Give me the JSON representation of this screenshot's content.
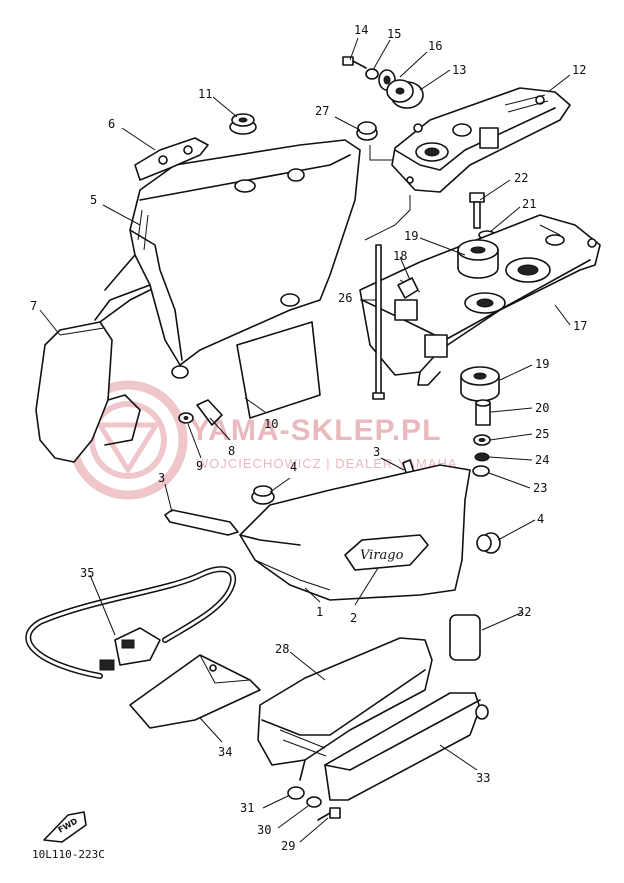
{
  "diagram": {
    "drawing_code": "10L110-223C",
    "watermark": {
      "main": "YAMA-SKLEP.PL",
      "sub": "WOJCIECHOWICZ | DEALER YAMAHA"
    },
    "fwd_tag": "FWD",
    "emblem_text": "Virago",
    "parts": [
      {
        "id": "p1",
        "label": "1"
      },
      {
        "id": "p2",
        "label": "2"
      },
      {
        "id": "p3a",
        "label": "3"
      },
      {
        "id": "p3b",
        "label": "3"
      },
      {
        "id": "p4a",
        "label": "4"
      },
      {
        "id": "p4b",
        "label": "4"
      },
      {
        "id": "p5",
        "label": "5"
      },
      {
        "id": "p6",
        "label": "6"
      },
      {
        "id": "p7",
        "label": "7"
      },
      {
        "id": "p8",
        "label": "8"
      },
      {
        "id": "p9",
        "label": "9"
      },
      {
        "id": "p10",
        "label": "10"
      },
      {
        "id": "p11",
        "label": "11"
      },
      {
        "id": "p12",
        "label": "12"
      },
      {
        "id": "p13",
        "label": "13"
      },
      {
        "id": "p14",
        "label": "14"
      },
      {
        "id": "p15",
        "label": "15"
      },
      {
        "id": "p16",
        "label": "16"
      },
      {
        "id": "p17",
        "label": "17"
      },
      {
        "id": "p18",
        "label": "18"
      },
      {
        "id": "p19a",
        "label": "19"
      },
      {
        "id": "p19b",
        "label": "19"
      },
      {
        "id": "p20",
        "label": "20"
      },
      {
        "id": "p21",
        "label": "21"
      },
      {
        "id": "p22",
        "label": "22"
      },
      {
        "id": "p23",
        "label": "23"
      },
      {
        "id": "p24",
        "label": "24"
      },
      {
        "id": "p25",
        "label": "25"
      },
      {
        "id": "p26",
        "label": "26"
      },
      {
        "id": "p27",
        "label": "27"
      },
      {
        "id": "p28",
        "label": "28"
      },
      {
        "id": "p29",
        "label": "29"
      },
      {
        "id": "p30",
        "label": "30"
      },
      {
        "id": "p31",
        "label": "31"
      },
      {
        "id": "p32",
        "label": "32"
      },
      {
        "id": "p33",
        "label": "33"
      },
      {
        "id": "p34",
        "label": "34"
      },
      {
        "id": "p35",
        "label": "35"
      }
    ]
  }
}
